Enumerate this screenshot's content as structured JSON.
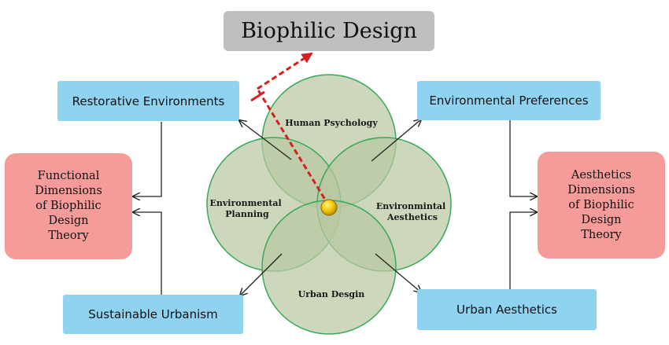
{
  "title": "Biophilic Design",
  "circles": {
    "top": "Human Psychology",
    "left": [
      "Environmental",
      "Planning"
    ],
    "right": [
      "Environmintal",
      "Aesthetics"
    ],
    "bottom": "Urban Desgin"
  },
  "boxes": {
    "restorative": "Restorative Environments",
    "preferences": "Environmental Preferences",
    "sustainable": "Sustainable Urbanism",
    "urban_aesthetics": "Urban Aesthetics",
    "functional": "Functional\nDimensions\nof Biophilic\nDesign\nTheory",
    "aesthetics": "Aesthetics\nDimensions\nof Biophilic\nDesign\nTheory"
  },
  "colors": {
    "circle_fill": "#b8c8a2",
    "circle_stroke": "#3aa85a",
    "blue_box": "#8fd3f1",
    "pink_box": "#f59c9a",
    "title_box": "#bfbfbf",
    "pointer": "#d42020",
    "center_dot": "#f3c300"
  }
}
